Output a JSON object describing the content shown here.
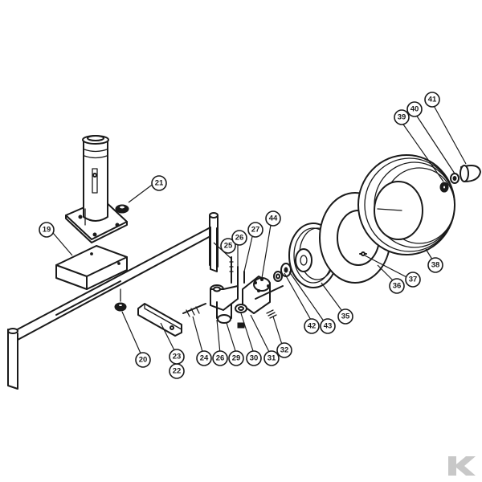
{
  "diagram": {
    "callouts": [
      {
        "id": "19",
        "label": "19"
      },
      {
        "id": "20",
        "label": "20"
      },
      {
        "id": "21",
        "label": "21"
      },
      {
        "id": "22",
        "label": "22"
      },
      {
        "id": "23",
        "label": "23"
      },
      {
        "id": "24",
        "label": "24"
      },
      {
        "id": "25",
        "label": "25"
      },
      {
        "id": "26a",
        "label": "26"
      },
      {
        "id": "26b",
        "label": "26"
      },
      {
        "id": "27",
        "label": "27"
      },
      {
        "id": "29",
        "label": "29"
      },
      {
        "id": "30",
        "label": "30"
      },
      {
        "id": "31",
        "label": "31"
      },
      {
        "id": "32",
        "label": "32"
      },
      {
        "id": "35",
        "label": "35"
      },
      {
        "id": "36",
        "label": "36"
      },
      {
        "id": "37",
        "label": "37"
      },
      {
        "id": "38",
        "label": "38"
      },
      {
        "id": "39",
        "label": "39"
      },
      {
        "id": "40",
        "label": "40"
      },
      {
        "id": "41",
        "label": "41"
      },
      {
        "id": "42",
        "label": "42"
      },
      {
        "id": "43",
        "label": "43"
      },
      {
        "id": "44",
        "label": "44"
      }
    ],
    "logo_icon": "k-logo-icon",
    "colors": {
      "line": "#1a1a1a",
      "background": "#ffffff",
      "logo": "#c8c8c8"
    }
  }
}
